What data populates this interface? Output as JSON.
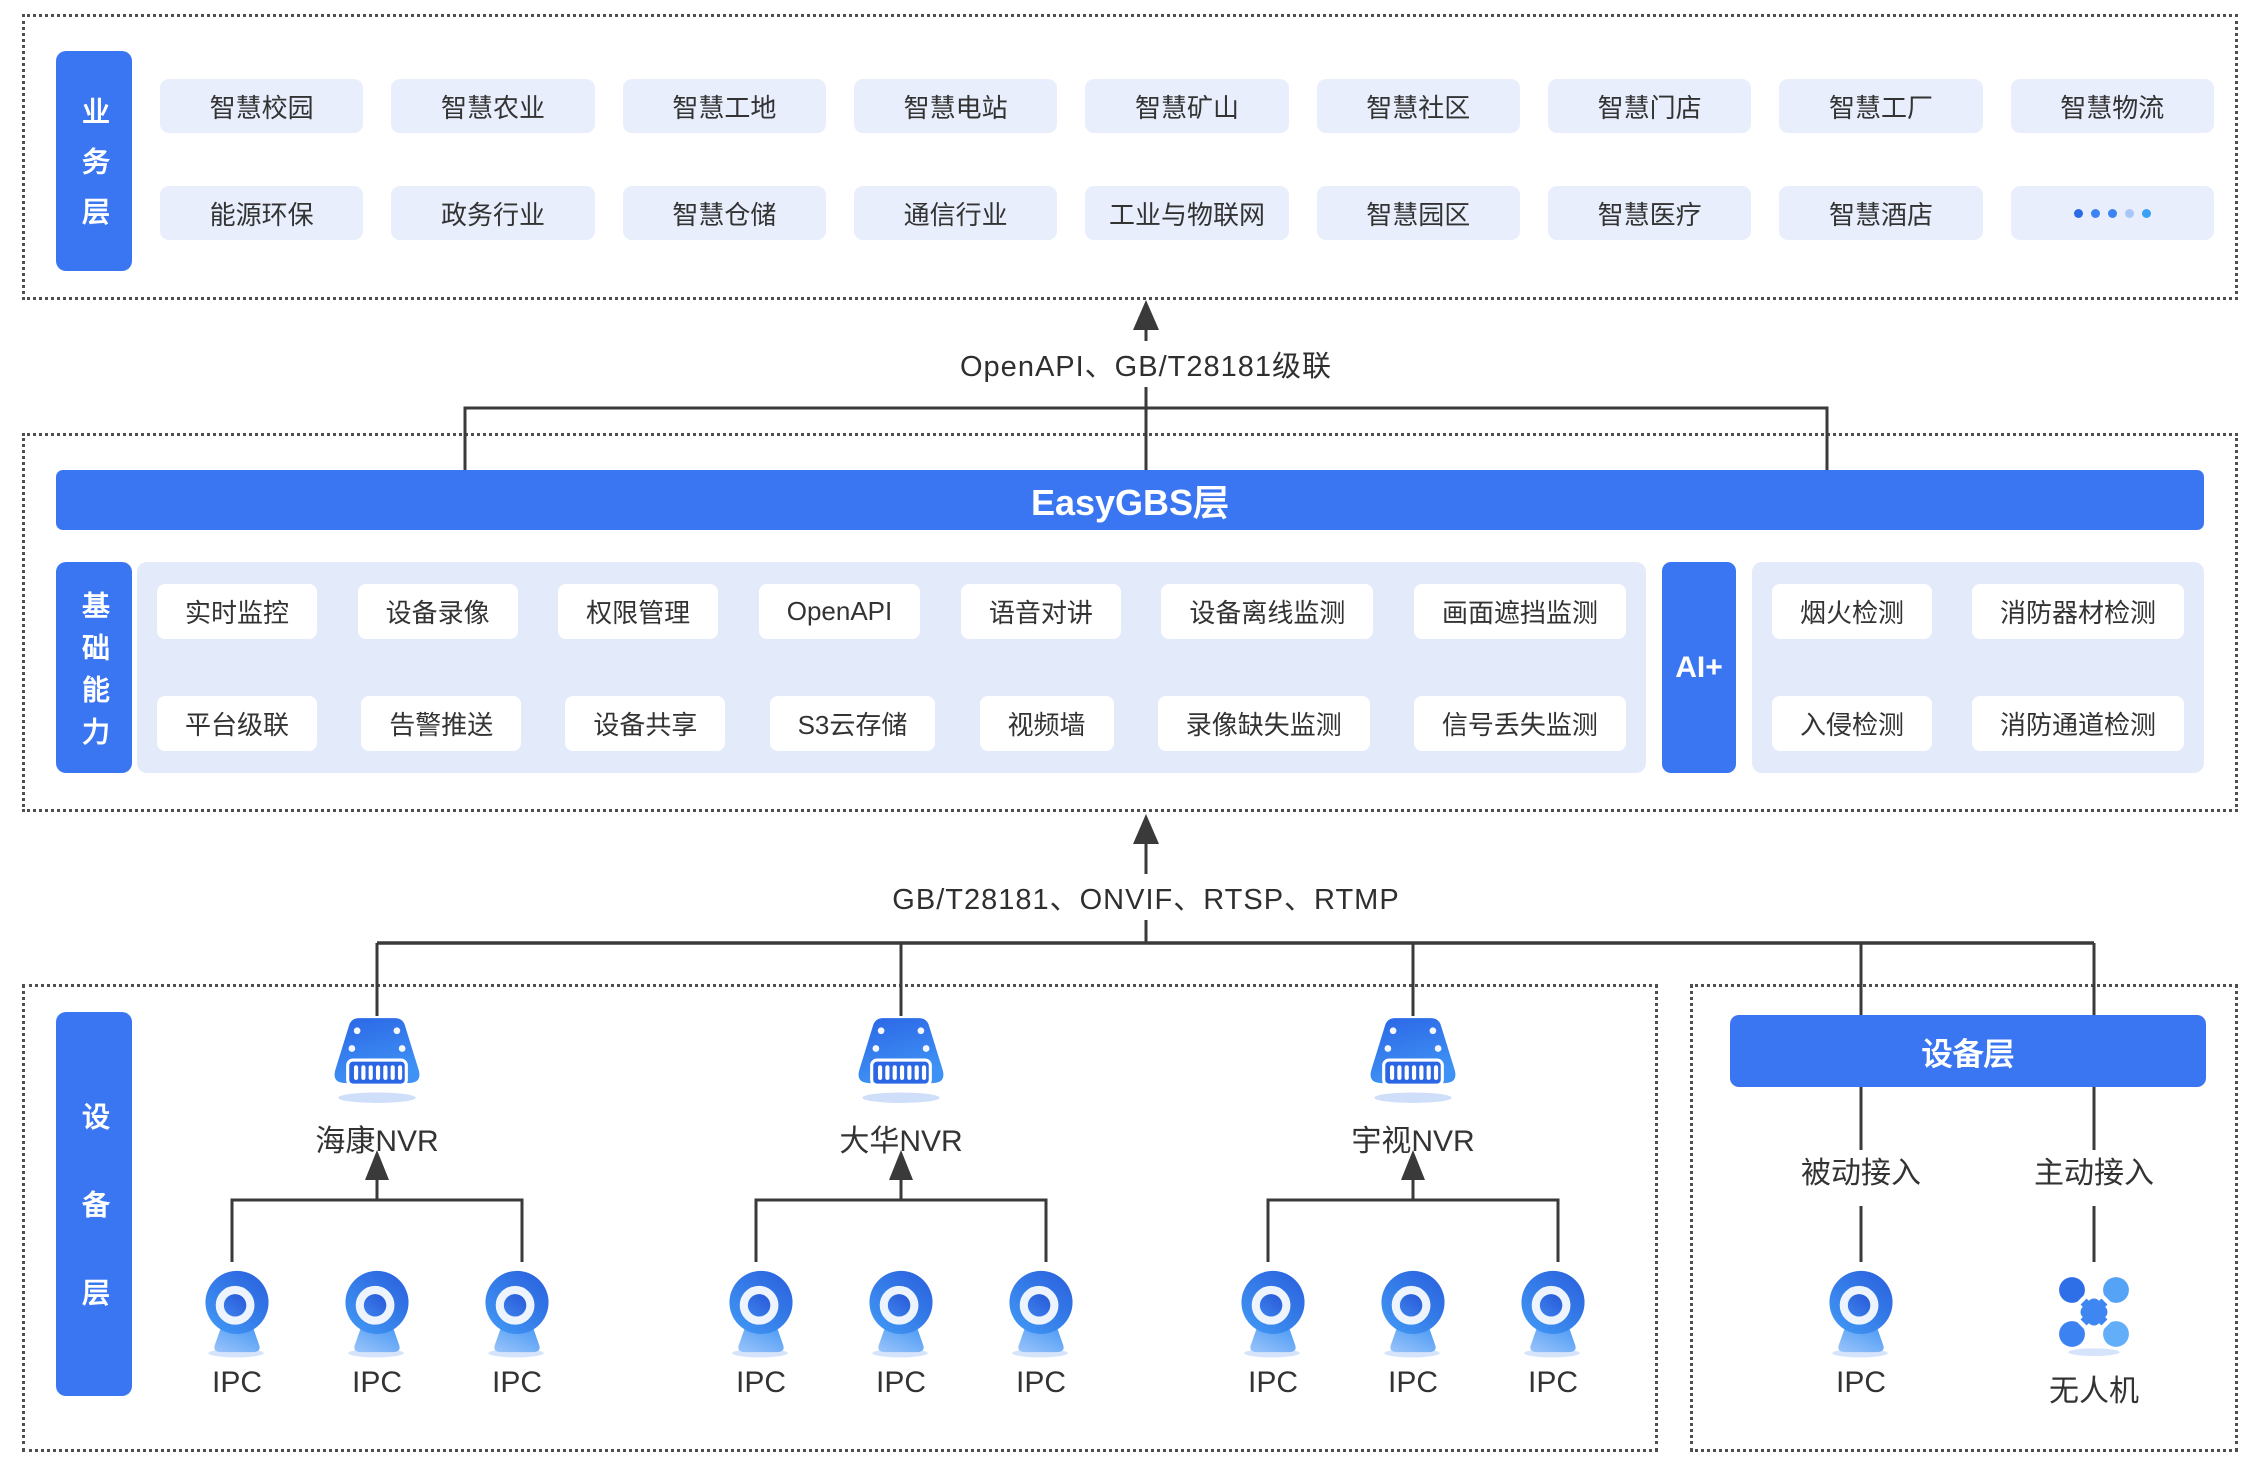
{
  "business": {
    "label": "业务层",
    "row1": [
      "智慧校园",
      "智慧农业",
      "智慧工地",
      "智慧电站",
      "智慧矿山",
      "智慧社区",
      "智慧门店",
      "智慧工厂",
      "智慧物流"
    ],
    "row2": [
      "能源环保",
      "政务行业",
      "智慧仓储",
      "通信行业",
      "工业与物联网",
      "智慧园区",
      "智慧医疗",
      "智慧酒店"
    ],
    "more": "·····"
  },
  "connector_top": {
    "label": "OpenAPI、GB/T28181级联"
  },
  "platform": {
    "bar": "EasyGBS层",
    "label": "基础能力",
    "row1": [
      "实时监控",
      "设备录像",
      "权限管理",
      "OpenAPI",
      "语音对讲",
      "设备离线监测",
      "画面遮挡监测"
    ],
    "row2": [
      "平台级联",
      "告警推送",
      "设备共享",
      "S3云存储",
      "视频墙",
      "录像缺失监测",
      "信号丢失监测"
    ],
    "ai_label": "AI+",
    "ai_row1": [
      "烟火检测",
      "消防器材检测"
    ],
    "ai_row2": [
      "入侵检测",
      "消防通道检测"
    ]
  },
  "connector_bottom": {
    "label": "GB/T28181、ONVIF、RTSP、RTMP"
  },
  "devices": {
    "label": "设备层",
    "groups": [
      {
        "name": "海康NVR"
      },
      {
        "name": "大华NVR"
      },
      {
        "name": "宇视NVR"
      }
    ],
    "ipc": "IPC"
  },
  "access": {
    "bar": "设备层",
    "passive": "被动接入",
    "active": "主动接入",
    "ipc": "IPC",
    "drone": "无人机"
  },
  "colors": {
    "primary": "#3B76F2",
    "chip_bg": "#E8EEFC",
    "panel_bg": "#E3EAF9",
    "line": "#3a3a3a"
  }
}
